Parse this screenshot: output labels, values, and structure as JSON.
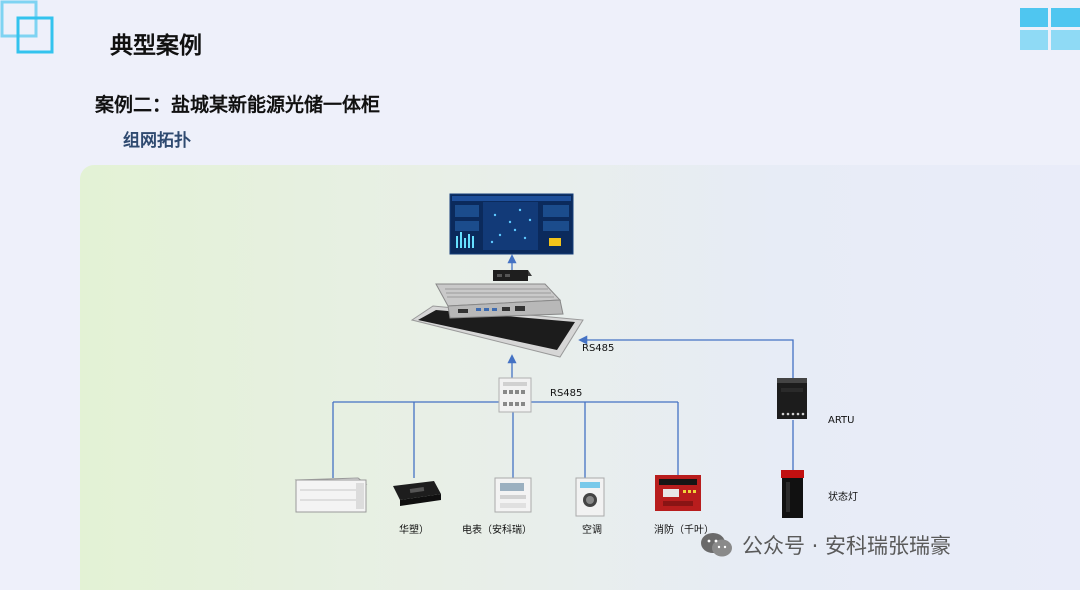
{
  "header": {
    "title": "典型案例",
    "subtitle": "案例二：盐城某新能源光储一体柜",
    "section": "组网拓扑"
  },
  "diagram": {
    "links": {
      "top": "RS485",
      "mid": "RS485"
    },
    "devices": {
      "artu": "ARTU",
      "status_light": "状态灯",
      "huasu": "华塑）",
      "meter": "电表（安科瑞）",
      "ac": "空调",
      "fire": "消防（千叶）"
    }
  },
  "watermark": {
    "text": "公众号 · 安科瑞张瑞豪"
  },
  "colors": {
    "line": "#4472c4",
    "accent": "#33c3ee"
  }
}
